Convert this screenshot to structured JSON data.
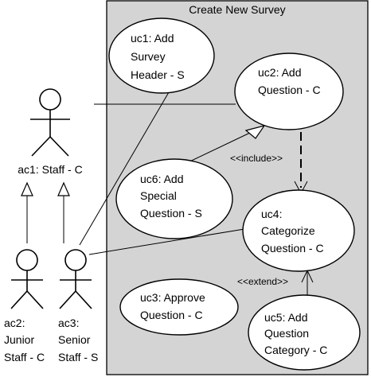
{
  "system": {
    "title": "Create New Survey"
  },
  "use_cases": [
    {
      "id": "uc1",
      "lines": [
        "uc1: Add",
        "Survey",
        "Header - S"
      ]
    },
    {
      "id": "uc2",
      "lines": [
        "uc2: Add",
        "Question - C"
      ]
    },
    {
      "id": "uc6",
      "lines": [
        "uc6: Add",
        "Special",
        "Question - S"
      ]
    },
    {
      "id": "uc4",
      "lines": [
        "uc4:",
        "Categorize",
        "Question - C"
      ]
    },
    {
      "id": "uc3",
      "lines": [
        "uc3: Approve",
        "Question - C"
      ]
    },
    {
      "id": "uc5",
      "lines": [
        "uc5: Add",
        "Question",
        "Category - C"
      ]
    }
  ],
  "actors": [
    {
      "id": "ac1",
      "lines": [
        "ac1: Staff - C"
      ]
    },
    {
      "id": "ac2",
      "lines": [
        "ac2:",
        "Junior",
        "Staff - C"
      ]
    },
    {
      "id": "ac3",
      "lines": [
        "ac3:",
        "Senior",
        "Staff - S"
      ]
    }
  ],
  "relations": {
    "include_label": "<<include>>",
    "extend_label": "<<extend>>"
  }
}
